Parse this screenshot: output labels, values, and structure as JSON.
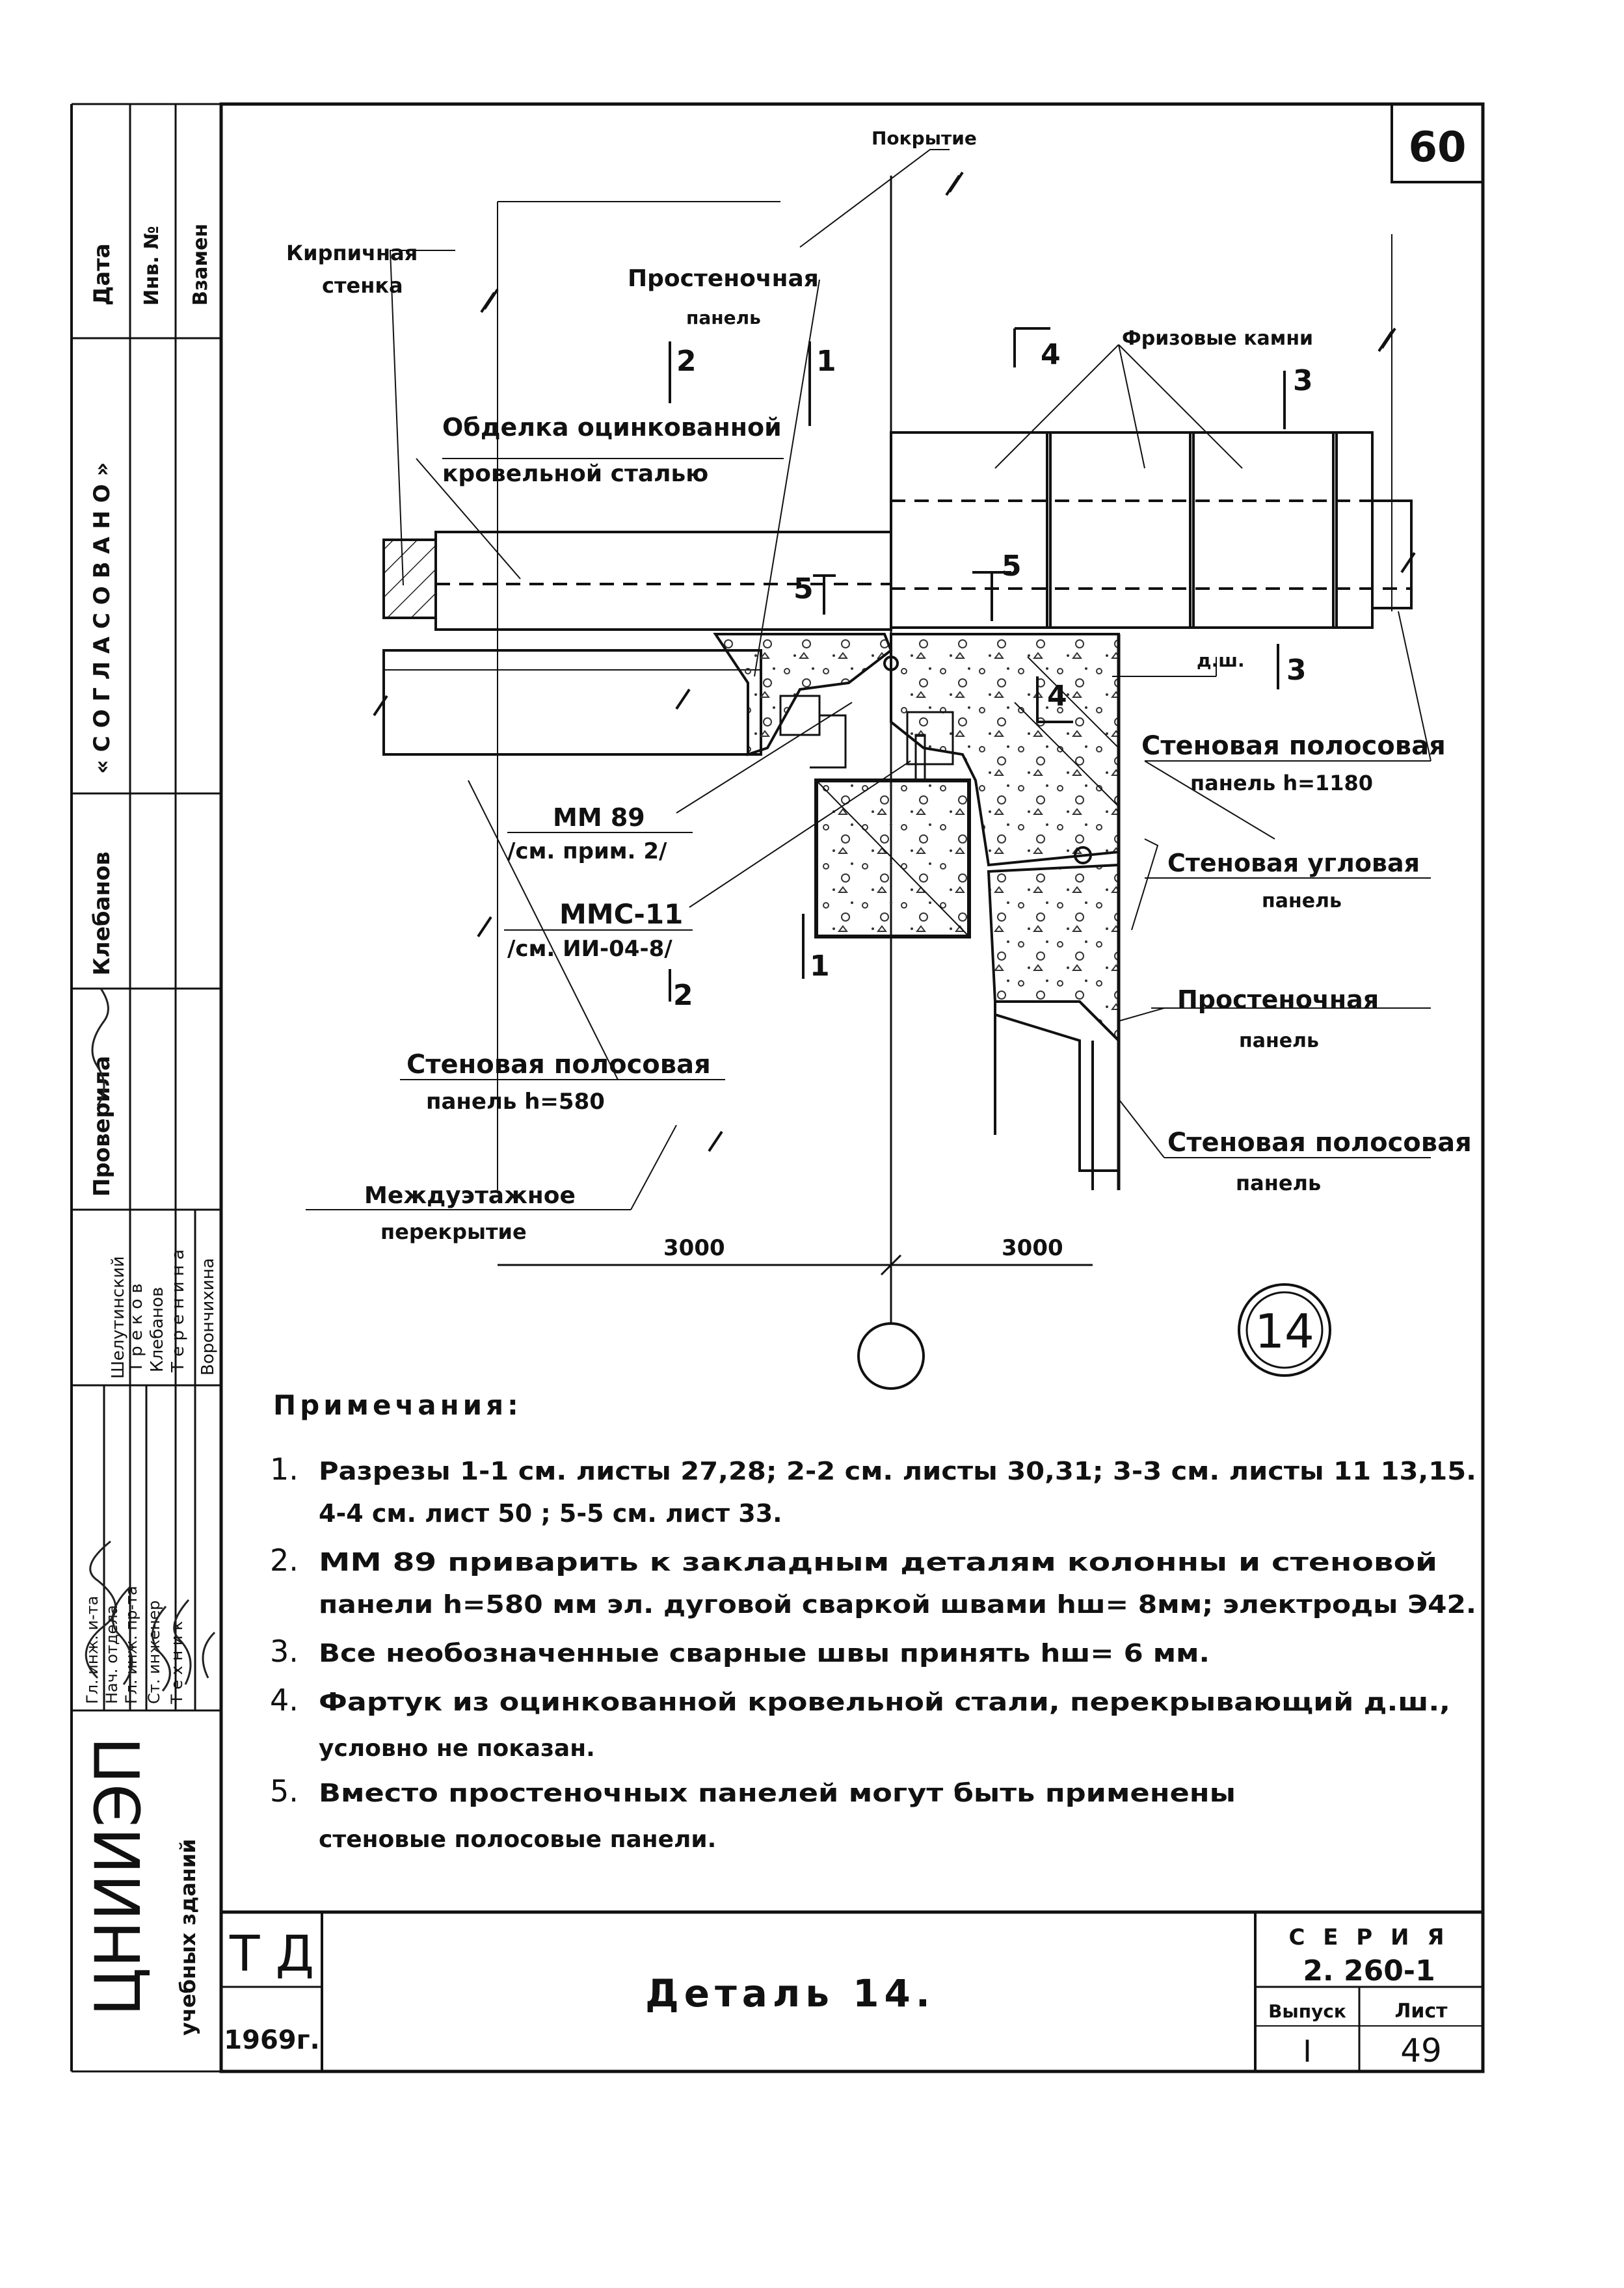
{
  "sheet": {
    "number": "60"
  },
  "drawing": {
    "labels": {
      "pokrytie": "Покрытие",
      "kirp_1": "Кирпичная",
      "kirp_2": "стенка",
      "prost1_1": "Простеночная",
      "prost1_2": "панель",
      "friz": "Фризовые камни",
      "obdelka_1": "Обделка оцинкованной",
      "obdelka_2": "кровельной сталью",
      "dsh": "д.ш.",
      "stp1180_1": "Стеновая полосовая",
      "stp1180_2": "панель h=1180",
      "mm89_1": "ММ 89",
      "mm89_2": "/см. прим. 2/",
      "mmc11_1": "ММС-11",
      "mmc11_2": "/см. ИИ-04-8/",
      "ugl_1": "Стеновая угловая",
      "ugl_2": "панель",
      "prost2_1": "Простеночная",
      "prost2_2": "панель",
      "stp580_1": "Стеновая полосовая",
      "stp580_2": "панель h=580",
      "stp3_1": "Стеновая полосовая",
      "stp3_2": "панель",
      "mezh_1": "Междуэтажное",
      "mezh_2": "перекрытие"
    },
    "sections": {
      "s1": "1",
      "s2": "2",
      "s3": "3",
      "s4": "4",
      "s5": "5"
    },
    "dims": {
      "left": "3000",
      "right": "3000"
    },
    "detail_number": "14"
  },
  "notes": {
    "title": "Примечания:",
    "items": [
      {
        "num": "1.",
        "line1": "Разрезы 1-1 см. листы 27,28; 2-2 см. листы 30,31; 3-3 см. листы 11 13,15.",
        "line2": "4-4 см. лист 50 ; 5-5 см. лист 33."
      },
      {
        "num": "2.",
        "line1": "ММ 89 приварить к закладным деталям колонны и стеновой",
        "line2": "панели h=580 мм эл. дуговой сваркой швами hш= 8мм; электроды Э42."
      },
      {
        "num": "3.",
        "line1": "Все необозначенные сварные швы принять hш= 6 мм.",
        "line2": ""
      },
      {
        "num": "4.",
        "line1": "Фартук из оцинкованной кровельной стали, перекрывающий д.ш.,",
        "line2": "условно не показан."
      },
      {
        "num": "5.",
        "line1": "Вместо простеночных панелей могут быть применены",
        "line2": "стеновые полосовые панели."
      }
    ]
  },
  "side_stamp": {
    "top_headers": [
      "Дата",
      "Инв. №",
      "Взамен"
    ],
    "soglasovano": "« С О Г Л А С О В А Н О »",
    "roles": [
      "Гл. инж. и-та",
      "Нач. отдела",
      "Гл. инж. пр-та",
      "Ст. инженер",
      "Т е х н и к"
    ],
    "names_a": [
      "Шелутинский",
      "Т р е к о в",
      "Клебанов",
      "Т е р е н и н а"
    ],
    "name_b": "Ворончихина",
    "proverila": "Проверила",
    "klebanov": "Клебанов",
    "org": "ЦНИИЭП",
    "org_sub": "учебных зданий"
  },
  "title_block": {
    "code": "Т Д",
    "year": "1969г.",
    "title": "Деталь 14.",
    "series_label": "С Е Р И Я",
    "series": "2. 260-1",
    "vypusk_label": "Выпуск",
    "vypusk": "I",
    "list_label": "Лист",
    "list": "49"
  }
}
